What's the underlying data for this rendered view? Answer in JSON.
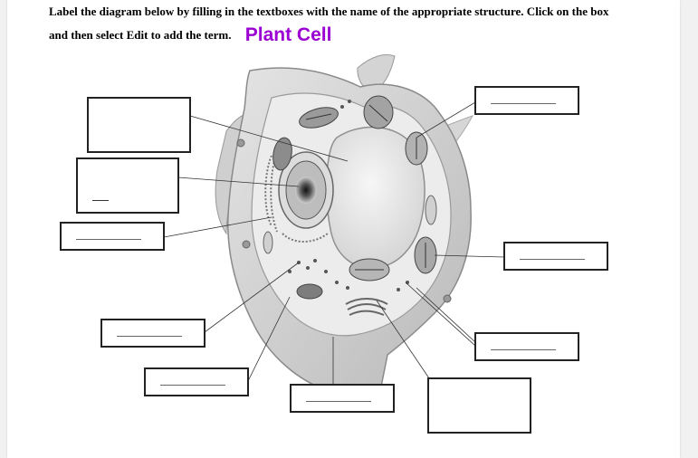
{
  "instructions": {
    "line1": "Label the diagram below by filling in the textboxes with the name of the appropriate structure.  Click on the box",
    "line2": "and then select Edit to add the term.",
    "title": "Plant Cell"
  },
  "diagram": {
    "name": "plant-cell-diagram"
  },
  "colors": {
    "title": "#9b00d3",
    "box_border": "#222222"
  },
  "label_boxes": [
    {
      "id": "box-1",
      "value": ""
    },
    {
      "id": "box-2",
      "value": "_"
    },
    {
      "id": "box-3",
      "value": ""
    },
    {
      "id": "box-4",
      "value": ""
    },
    {
      "id": "box-5",
      "value": ""
    },
    {
      "id": "box-6",
      "value": ""
    },
    {
      "id": "box-7",
      "value": ""
    },
    {
      "id": "box-8",
      "value": ""
    },
    {
      "id": "box-9",
      "value": ""
    },
    {
      "id": "box-10",
      "value": ""
    }
  ]
}
